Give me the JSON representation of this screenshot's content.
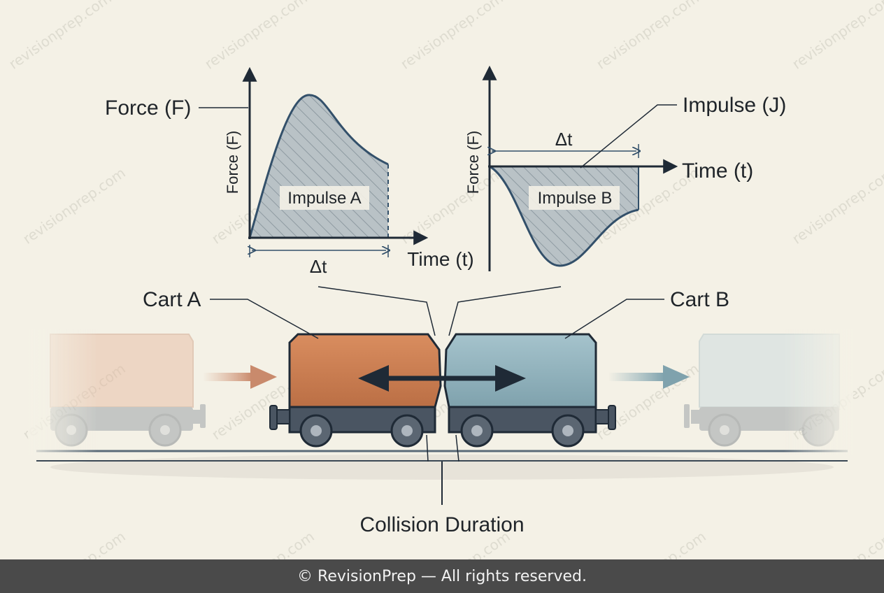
{
  "graph_a": {
    "y_label": "Force (F)",
    "x_label": "Time (t)",
    "area_label": "Impulse A",
    "duration_label": "Δt",
    "callout_label": "Force (F)"
  },
  "graph_b": {
    "y_label": "Force (F)",
    "x_label": "Time (t)",
    "area_label": "Impulse B",
    "duration_label": "Δt",
    "callout_label": "Impulse (J)"
  },
  "carts": {
    "cart_a_label": "Cart A",
    "cart_b_label": "Cart B",
    "cart_a_color": "#c97a4f",
    "cart_b_color": "#8fb0ba"
  },
  "collision_label": "Collision Duration",
  "watermark": "revisionprep.com",
  "footer": "© RevisionPrep — All rights reserved."
}
